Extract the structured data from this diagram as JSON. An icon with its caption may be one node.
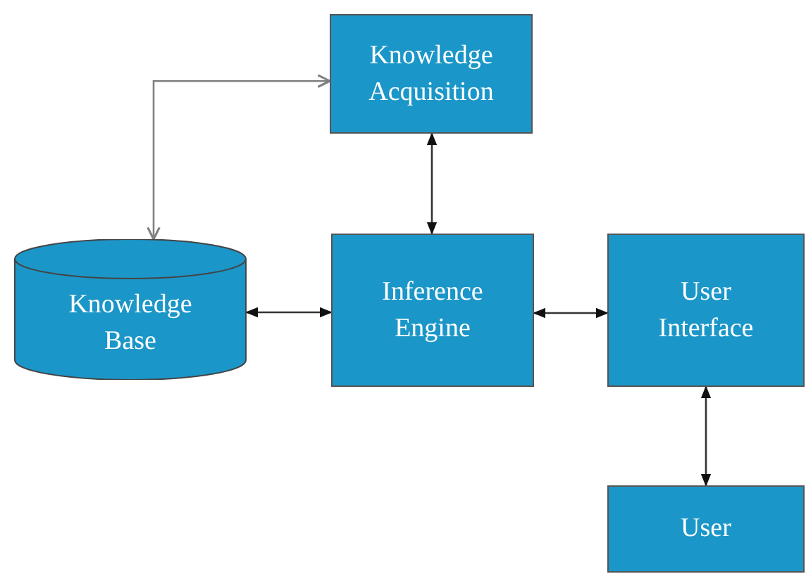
{
  "diagram": {
    "nodes": [
      {
        "text": [
          "Knowledge Acquisition"
        ]
      },
      {
        "text": [
          "Knowledge Base"
        ]
      },
      {
        "text": [
          "Inference Engine"
        ]
      },
      {
        "text": [
          "User Interface"
        ]
      },
      {
        "text": [
          "User"
        ]
      }
    ],
    "edges": [
      {
        "from": 0,
        "to": 1,
        "arrow": "both",
        "color": "#808080"
      },
      {
        "from": 0,
        "to": 2,
        "arrow": "both"
      },
      {
        "from": 1,
        "to": 2,
        "arrow": "both"
      },
      {
        "from": 2,
        "to": 3,
        "arrow": "both"
      },
      {
        "from": 3,
        "to": 4,
        "arrow": "both"
      }
    ]
  }
}
